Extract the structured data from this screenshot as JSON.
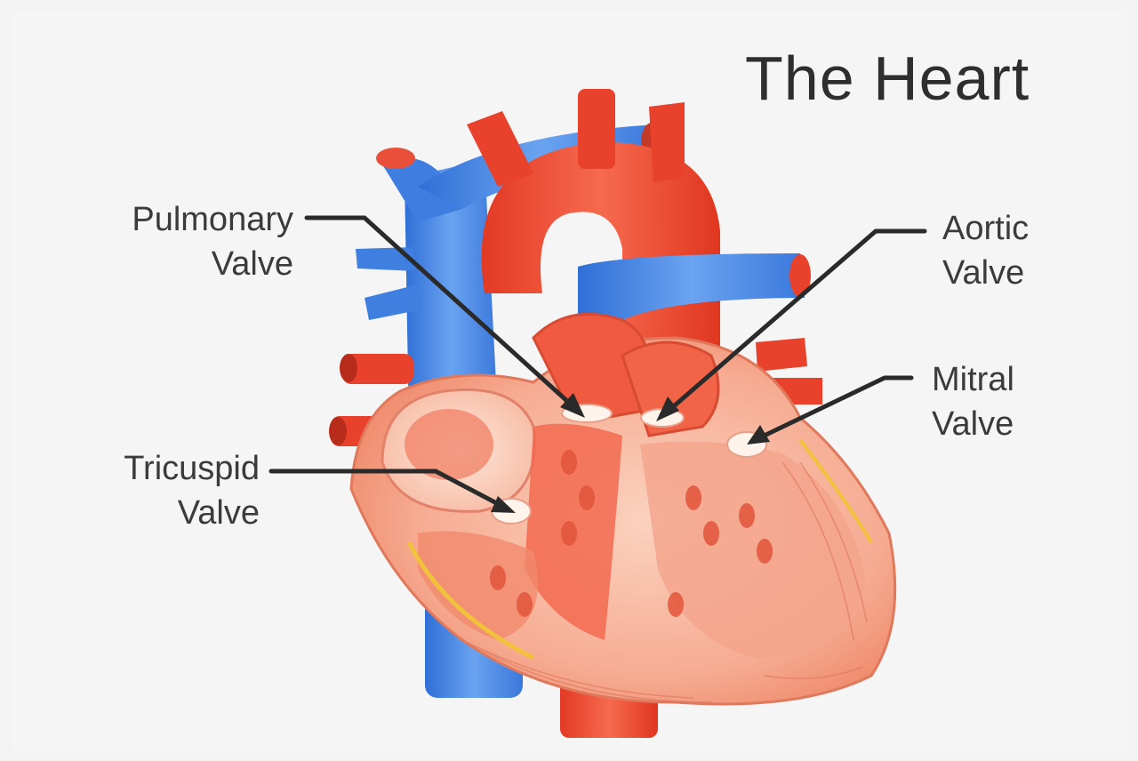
{
  "title": "The Heart",
  "labels": {
    "pulmonary": {
      "line1": "Pulmonary",
      "line2": "Valve"
    },
    "aortic": {
      "line1": "Aortic",
      "line2": "Valve"
    },
    "mitral": {
      "line1": "Mitral",
      "line2": "Valve"
    },
    "tricuspid": {
      "line1": "Tricuspid",
      "line2": "Valve"
    }
  },
  "colors": {
    "background": "#f3f3f3",
    "artery_red": "#e8412c",
    "vein_blue": "#3f7fe0",
    "muscle_pink": "#f5a98f",
    "pointer": "#2a2a2a"
  }
}
